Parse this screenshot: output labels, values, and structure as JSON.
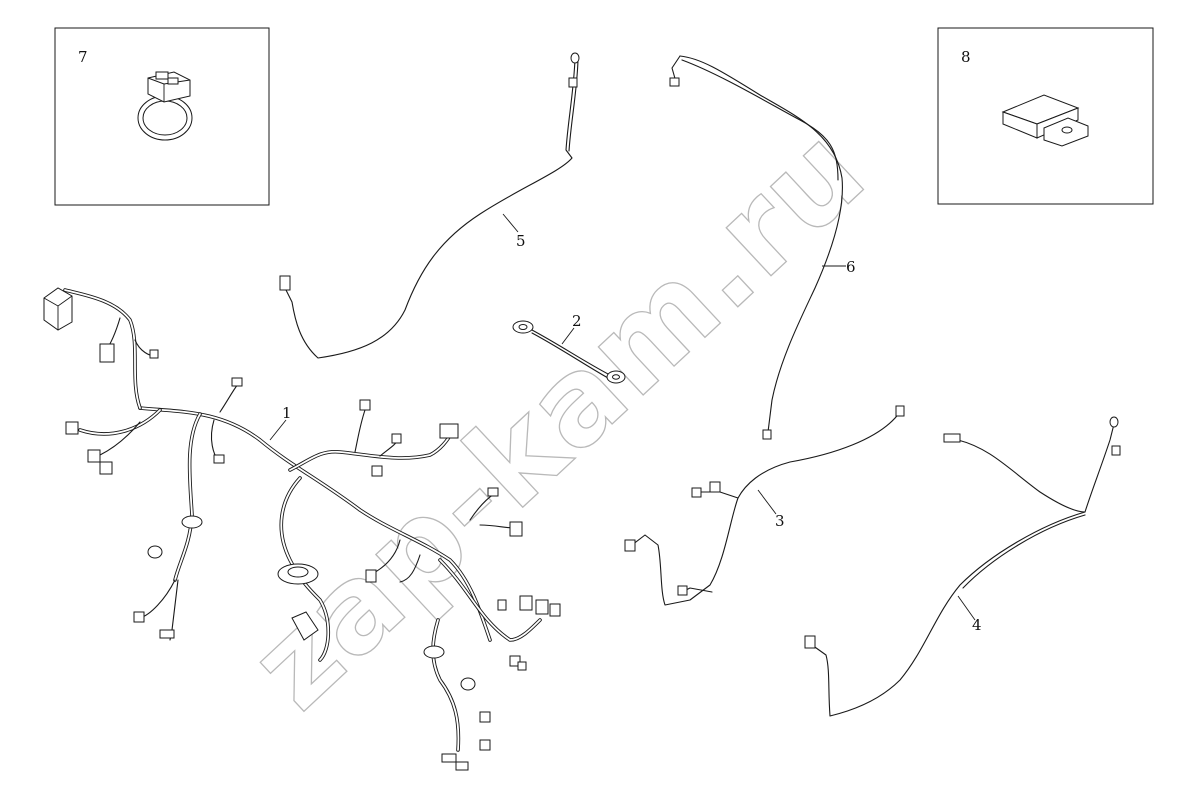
{
  "watermark": "zap-kam.ru",
  "callouts": [
    {
      "id": "1",
      "label": "1"
    },
    {
      "id": "2",
      "label": "2"
    },
    {
      "id": "3",
      "label": "3"
    },
    {
      "id": "4",
      "label": "4"
    },
    {
      "id": "5",
      "label": "5"
    },
    {
      "id": "6",
      "label": "6"
    },
    {
      "id": "7",
      "label": "7"
    },
    {
      "id": "8",
      "label": "8"
    }
  ],
  "colors": {
    "line": "#1a1a1a",
    "watermark": "#b9b9b9",
    "background": "#ffffff"
  }
}
